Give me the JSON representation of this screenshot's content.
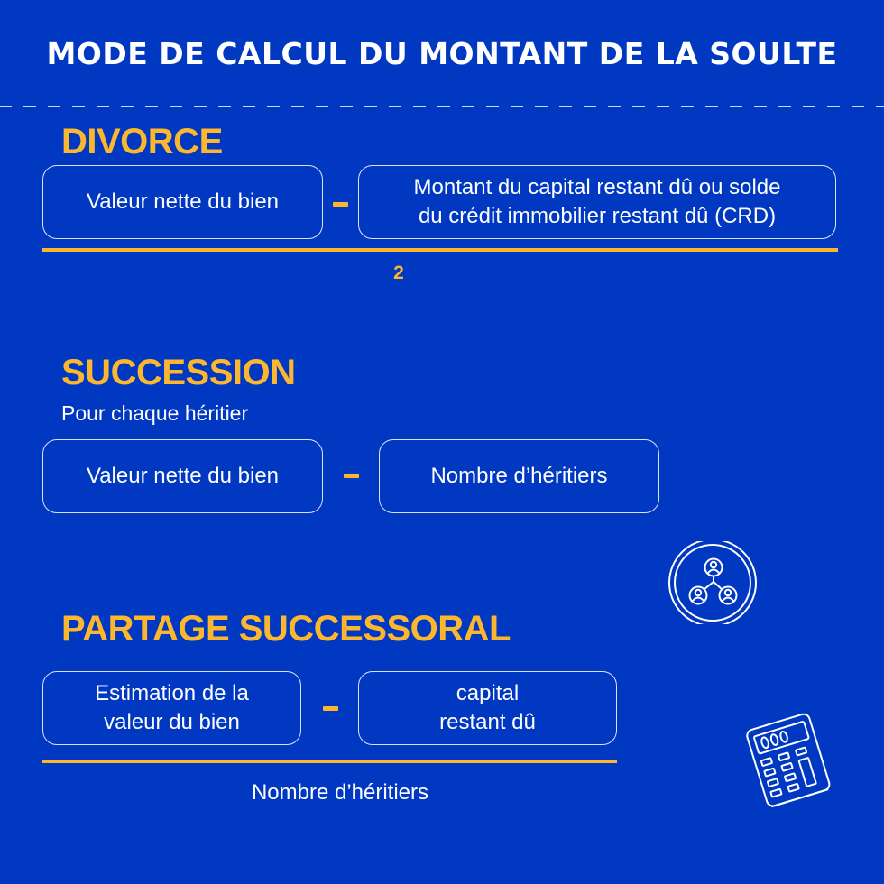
{
  "page": {
    "title": "MODE DE CALCUL DU MONTANT DE LA SOULTE",
    "colors": {
      "background": "#0038c2",
      "accent": "#fdb72f",
      "text": "#ffffff",
      "box_border": "#dbe3fb"
    }
  },
  "sections": {
    "divorce": {
      "title": "DIVORCE",
      "formula": {
        "left_box": "Valeur nette du bien",
        "operator": "minus",
        "right_box_line1": "Montant du capital restant dû ou solde",
        "right_box_line2": "du crédit immobilier restant dû (CRD)",
        "denominator": "2"
      }
    },
    "succession": {
      "title": "SUCCESSION",
      "subtitle": "Pour chaque héritier",
      "formula": {
        "left_box": "Valeur nette du bien",
        "operator": "minus",
        "right_box": "Nombre d’héritiers"
      }
    },
    "partage": {
      "title": "PARTAGE SUCCESSORAL",
      "formula": {
        "left_box_line1": "Estimation de la",
        "left_box_line2": "valeur du bien",
        "operator": "minus",
        "right_box_line1": "capital",
        "right_box_line2": "restant dû",
        "denominator": "Nombre d’héritiers"
      }
    }
  },
  "icons": {
    "heirs": "people-network-icon",
    "calculator": "calculator-icon"
  }
}
